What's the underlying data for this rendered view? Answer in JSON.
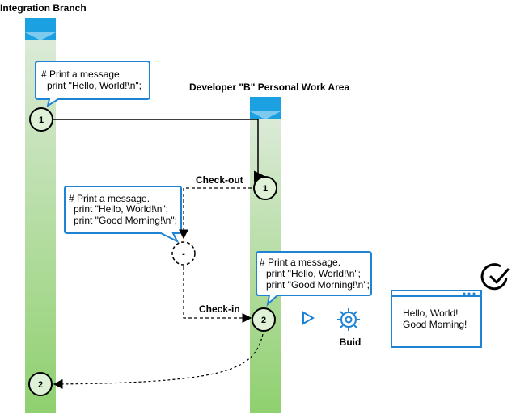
{
  "lanes": {
    "integration_title": "Integration Branch",
    "developer_title": "Developer \"B\" Personal Work Area"
  },
  "nodes": {
    "integration_start": "1",
    "integration_end": "2",
    "developer_checkout": "1",
    "developer_checkin": "2",
    "merge_node": "-"
  },
  "edges": {
    "checkout_label": "Check-out",
    "checkin_label": "Check-in"
  },
  "callouts": {
    "integration": {
      "line1": "# Print a message.",
      "line2": "print \"Hello, World!\\n\";"
    },
    "merge": {
      "line1": "# Print a message.",
      "line2": "print \"Hello, World!\\n\";",
      "line3": "print \"Good Morning!\\n\";"
    },
    "developer": {
      "line1": "# Print a message.",
      "line2": "print \"Hello, World!\\n\";",
      "line3": "print \"Good Morning!\\n\";"
    }
  },
  "build": {
    "label": "Buid"
  },
  "output": {
    "line1": "Hello, World!",
    "line2": "Good Morning!"
  },
  "colors": {
    "lane_top": "#dbead7",
    "lane_bottom": "#8fd06f",
    "header_blue": "#1ba1e2",
    "callout_border": "#1f83d4",
    "node_fill": "#dff2d8",
    "highlight_red": "#c00000",
    "text": "#000000"
  },
  "icons": {
    "header_icon": "chevron-down-icon",
    "checkmark": "checkmark-circle-icon",
    "play": "play-icon",
    "gear": "gear-icon",
    "window": "browser-window-icon"
  }
}
